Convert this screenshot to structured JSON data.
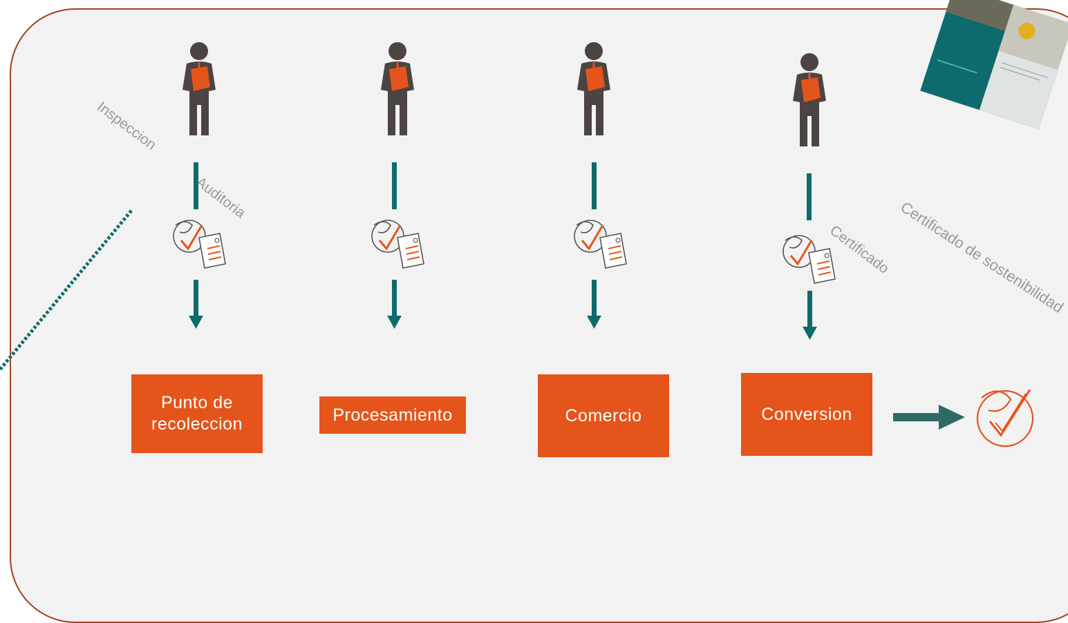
{
  "colors": {
    "panel_bg": "#f2f2f2",
    "panel_border": "#a0401e",
    "stage_fill": "#e5541a",
    "flow_teal": "#0e6b6c",
    "person": "#4b4442",
    "clipboard": "#e5541a",
    "label_gray": "#9a9a9a"
  },
  "labels": {
    "inspection": "Inspeccion",
    "audit": "Auditoria",
    "certificate": "Certificado",
    "sustainability_certificate": "Certificado de sostenibilidad"
  },
  "stages": [
    {
      "line1": "Punto de",
      "line2": "recoleccion"
    },
    {
      "line1": "Procesamiento",
      "line2": ""
    },
    {
      "line1": "Comercio",
      "line2": ""
    },
    {
      "line1": "Conversion",
      "line2": ""
    }
  ],
  "icons": {
    "inspector": "person-with-clipboard-icon",
    "certification": "leaf-check-certificate-icon",
    "final": "leaf-check-icon",
    "report_cover": "report-cover-thumbnail"
  }
}
